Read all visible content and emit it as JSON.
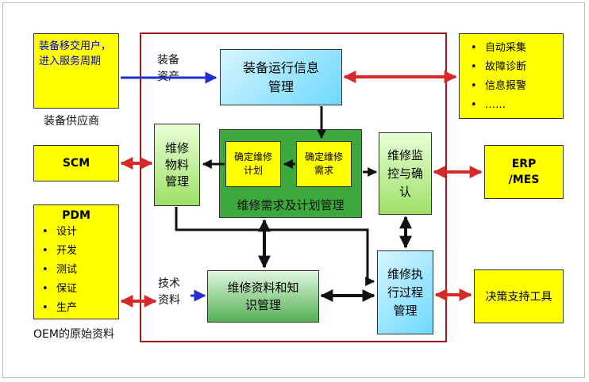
{
  "supplier_box": {
    "text": "装备移交用户，进入服务周期",
    "caption": "装备供应商"
  },
  "scm": "SCM",
  "pdm": {
    "title": "PDM",
    "items": [
      "设计",
      "开发",
      "测试",
      "保证",
      "生产"
    ],
    "caption": "OEM的原始资料"
  },
  "right_top": {
    "items": [
      "自动采集",
      "故障诊断",
      "信息报警",
      "……"
    ]
  },
  "erp": "ERP /MES",
  "decision": "决策支持工具",
  "input_labels": {
    "equipment_asset": "装备资产",
    "tech_data": "技术资料"
  },
  "modules": {
    "run_info": "装备运行信息管理",
    "materials": "维修物料管理",
    "plan_mgmt": "维修需求及计划管理",
    "set_plan": "确定维修计划",
    "set_demand": "确定维修需求",
    "monitor": "维修监控与确认",
    "knowledge": "维修资料和知识管理",
    "execution": "维修执行过程管理"
  },
  "colors": {
    "frame": "#a11a1a",
    "yellow": "#ffff00",
    "cyan": "#6dd8ff",
    "green": "#3da83d",
    "blue_arrow": "#1f2fd0",
    "red_arrow": "#d62a2a"
  }
}
